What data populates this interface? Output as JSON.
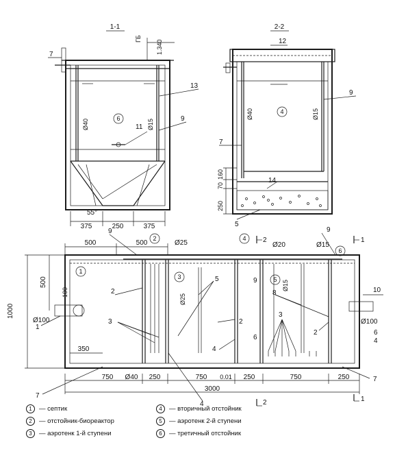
{
  "sections": {
    "s1": "1-1",
    "s2": "2-2"
  },
  "marks": {
    "m1": "1",
    "m2": "2",
    "gb": "ГБ",
    "level": "1.340"
  },
  "dimensions": {
    "d375a": "375",
    "d250a": "250",
    "d375b": "375",
    "angle": "55°",
    "v160": "160",
    "v70": "70",
    "v250": "250",
    "h500a": "500",
    "h500b": "500",
    "dia25": "Ø25",
    "dia20": "Ø20",
    "dia15": "Ø15",
    "dia25v": "Ø25",
    "dia15v": "Ø15",
    "h1000": "1000",
    "h500": "500",
    "h100": "100",
    "dia100l": "Ø100",
    "dia100r": "Ø100",
    "h350": "350",
    "b750a": "750",
    "b40": "Ø40",
    "b250a": "250",
    "b750b": "750",
    "b001": "0.01",
    "b250b": "250",
    "b750c": "750",
    "b250c": "250",
    "b3000": "3000",
    "dia40s1": "Ø40",
    "dia15s1": "Ø15",
    "dia40s2": "Ø40",
    "dia15s2": "Ø15"
  },
  "callouts": {
    "c7a": "7",
    "c13": "13",
    "c9a": "9",
    "c11": "11",
    "c12": "12",
    "c9b": "9",
    "c7b": "7",
    "c14": "14",
    "c5a": "5",
    "c9c": "9",
    "c9d": "9",
    "c2a": "2",
    "c3a": "3",
    "c1": "1",
    "c5b": "5",
    "c2b": "2",
    "c4a": "4",
    "c9e": "9",
    "c6a": "6",
    "c8": "8",
    "c3b": "3",
    "c2c": "2",
    "c4b": "4",
    "c6b": "6",
    "c10": "10",
    "c7c": "7",
    "c7d": "7",
    "c4c": "4"
  },
  "zones": {
    "z6": "6",
    "z4": "4",
    "z1": "1",
    "z2": "2",
    "z3": "3",
    "z4p": "4",
    "z5": "5",
    "z6p": "6"
  },
  "legend": [
    {
      "num": "1",
      "text": "— септик"
    },
    {
      "num": "2",
      "text": "— отстойник-биореактор"
    },
    {
      "num": "3",
      "text": "— аэротенк 1-й ступени"
    },
    {
      "num": "4",
      "text": "— вторичный отстойник"
    },
    {
      "num": "5",
      "text": "— аэротенк 2-й ступени"
    },
    {
      "num": "6",
      "text": "— третичный отстойник"
    }
  ]
}
